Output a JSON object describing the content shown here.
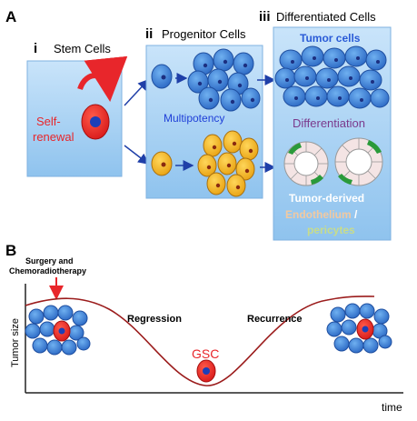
{
  "panel_a": {
    "label": "A",
    "stem": {
      "roman": "i",
      "title": "Stem Cells",
      "self_renewal_line1": "Self-",
      "self_renewal_line2": "renewal"
    },
    "progenitor": {
      "roman": "ii",
      "title": "Progenitor Cells",
      "multipotency": "Multipotency"
    },
    "differentiated": {
      "roman": "iii",
      "title": "Differentiated Cells",
      "tumor_cells": "Tumor cells",
      "differentiation": "Differentiation",
      "tumor_derived": "Tumor-derived",
      "endothelium": "Endothelium",
      "slash": " /",
      "pericytes": "pericytes"
    }
  },
  "panel_b": {
    "label": "B",
    "surgery_line1": "Surgery and",
    "surgery_line2": "Chemoradiotherapy",
    "regression": "Regression",
    "recurrence": "Recurrence",
    "gsc": "GSC",
    "y_axis": "Tumor size",
    "x_axis": "time"
  },
  "colors": {
    "panel_bg": "#a9d3f5",
    "stem_red": "#e8262b",
    "cell_blue": "#3a7fd6",
    "cell_yellow": "#f5b820",
    "curve": "#9b1c1c",
    "tumor_text": "#2a5bd7",
    "differentiation_text": "#7b3a8c",
    "endothelium_text": "#f2c9a0",
    "pericytes_text": "#c8dc8a"
  }
}
